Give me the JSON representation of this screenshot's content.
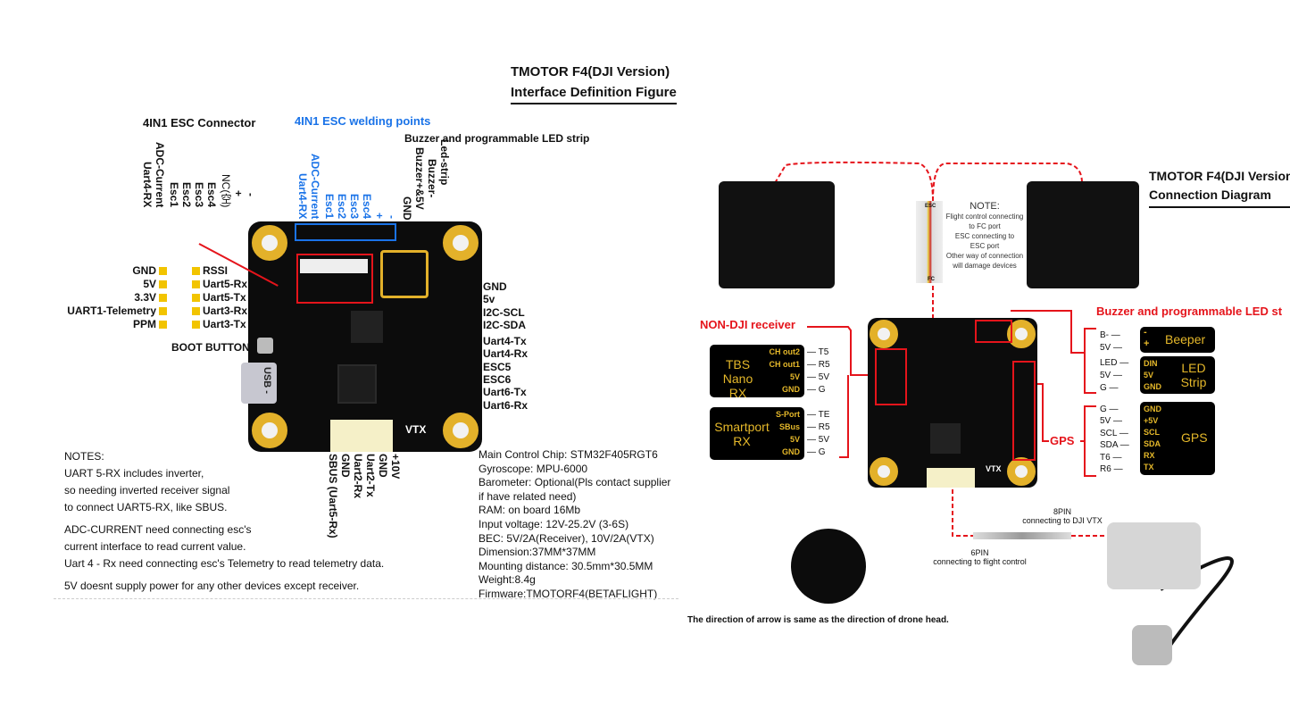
{
  "left": {
    "title1": "TMOTOR F4(DJI Version)",
    "title2": "Interface Definition Figure",
    "esc_connector": "4IN1 ESC Connector",
    "esc_welding": "4IN1 ESC welding points",
    "buzzer_led": "Buzzer and programmable LED strip",
    "connector_pins": [
      "Uart4-RX",
      "ADC-Current",
      "Esc1",
      "Esc2",
      "Esc3",
      "Esc4",
      "NC(空)",
      "+",
      "-"
    ],
    "welding_pins": [
      "Uart4-RX",
      "ADC-Current",
      "Esc1",
      "Esc2",
      "Esc3",
      "Esc4",
      "+",
      "-"
    ],
    "buzzer_pins": [
      "GND",
      "Buzzer+&5V",
      "Buzzer-",
      "Led-strip"
    ],
    "left_pins": [
      [
        "GND",
        "RSSI"
      ],
      [
        "5V",
        "Uart5-Rx"
      ],
      [
        "3.3V",
        "Uart5-Tx"
      ],
      [
        "UART1-Telemetry",
        "Uart3-Rx"
      ],
      [
        "PPM",
        "Uart3-Tx"
      ]
    ],
    "right_pins": [
      "GND",
      "5v",
      "I2C-SCL",
      "I2C-SDA",
      "Uart4-Tx",
      "Uart4-Rx",
      "ESC5",
      "ESC6",
      "Uart6-Tx",
      "Uart6-Rx"
    ],
    "boot_button": "BOOT BUTTON",
    "usb": "USB -",
    "vtx": "VTX",
    "vtx_pins": [
      "+10V",
      "GND",
      "Uart2-Tx",
      "Uart2-Rx",
      "GND",
      "SBUS (Uart5-Rx)"
    ],
    "notes": [
      "NOTES:",
      "UART 5-RX includes inverter,",
      "so needing inverted receiver signal",
      " to connect UART5-RX, like SBUS.",
      "ADC-CURRENT need connecting esc's",
      "current interface to read current value.",
      "Uart 4 - Rx need connecting esc's Telemetry to read telemetry data.",
      "5V doesnt supply power for any other devices except receiver."
    ],
    "specs": [
      "Main Control Chip: STM32F405RGT6",
      "Gyroscope: MPU-6000",
      "Barometer: Optional(Pls contact supplier",
      "if have related need)",
      "RAM: on board 16Mb",
      "Input voltage: 12V-25.2V (3-6S)",
      "BEC: 5V/2A(Receiver), 10V/2A(VTX)",
      "Dimension:37MM*37MM",
      "Mounting distance: 30.5mm*30.5MM",
      "Weight:8.4g",
      "Firmware:TMOTORF4(BETAFLIGHT)"
    ]
  },
  "right": {
    "title1": "TMOTOR F4(DJI Version",
    "title2": "Connection Diagram",
    "note": [
      "NOTE:",
      "Flight control connecting",
      "to FC port",
      "ESC connecting to",
      "ESC port",
      "Other way of connection",
      "will damage devices"
    ],
    "cable_esc": "ESC",
    "cable_fc": "FC",
    "non_dji": "NON-DJI receiver",
    "tbs": {
      "name": "TBS Nano RX",
      "pins": [
        "CH out2",
        "CH out1",
        "5V",
        "GND"
      ],
      "fc": [
        "T5",
        "R5",
        "5V",
        "G"
      ]
    },
    "smartport": {
      "name": "Smartport RX",
      "pins": [
        "S-Port",
        "SBus",
        "5V",
        "GND"
      ],
      "fc": [
        "TE",
        "R5",
        "5V",
        "G"
      ]
    },
    "buzzer_title": "Buzzer and programmable LED st",
    "beeper": {
      "name": "Beeper",
      "pins": [
        "-",
        "+"
      ],
      "fc": [
        "B-",
        "5V"
      ]
    },
    "led": {
      "name": "LED Strip",
      "pins": [
        "DIN",
        "5V",
        "GND"
      ],
      "fc": [
        "LED",
        "5V",
        "G"
      ]
    },
    "gps_label": "GPS",
    "gps": {
      "name": "GPS",
      "pins": [
        "GND",
        "+5V",
        "SCL",
        "SDA",
        "RX",
        "TX"
      ],
      "fc": [
        "G",
        "5V",
        "SCL",
        "SDA",
        "T6",
        "R6"
      ]
    },
    "vtx": "VTX",
    "pin8": "8PIN",
    "pin8_desc": "connecting to DJI VTX",
    "pin6": "6PIN",
    "pin6_desc": "connecting to flight control",
    "arrow_note": "The direction of arrow is same as the direction of drone head."
  },
  "colors": {
    "red": "#e5141b",
    "blue": "#1a73e8",
    "gold": "#e5b82a",
    "board": "#0c0c0c"
  }
}
